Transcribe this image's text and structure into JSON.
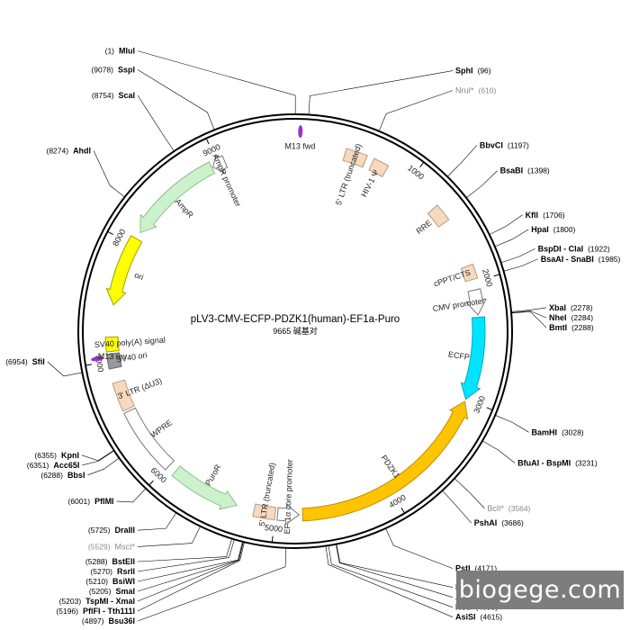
{
  "map": {
    "title": "pLV3-CMV-ECFP-PDZK1(human)-EF1a-Puro",
    "size_label": "9665 碱基对",
    "total_bp": 9665
  },
  "ticks": [
    {
      "bp": 1000,
      "label": "1000"
    },
    {
      "bp": 2000,
      "label": "2000"
    },
    {
      "bp": 3000,
      "label": "3000"
    },
    {
      "bp": 4000,
      "label": "4000"
    },
    {
      "bp": 5000,
      "label": "5000"
    },
    {
      "bp": 6000,
      "label": "6000"
    },
    {
      "bp": 7000,
      "label": "7000"
    },
    {
      "bp": 8000,
      "label": "8000"
    },
    {
      "bp": 9000,
      "label": "9000"
    }
  ],
  "features": [
    {
      "id": "ampr-promoter",
      "label": "AmpR promoter",
      "start": 8950,
      "end": 9060,
      "color": "#ffffff",
      "stroke": "#777777",
      "type": "arrow",
      "dir": -1
    },
    {
      "id": "ampr",
      "label": "AmpR",
      "start": 8120,
      "end": 8940,
      "color": "#ccf2cc",
      "stroke": "#8fbf8f",
      "type": "arrow",
      "dir": -1
    },
    {
      "id": "ori",
      "label": "ori",
      "start": 7470,
      "end": 8060,
      "color": "#ffff00",
      "stroke": "#a0a000",
      "type": "arrow",
      "dir": -1
    },
    {
      "id": "sv40-polya",
      "label": "SV40 poly(A) signal",
      "start": 7080,
      "end": 7200,
      "color": "#ffff00",
      "stroke": "#a0a000",
      "type": "box"
    },
    {
      "id": "sv40-ori",
      "label": "SV40 ori",
      "start": 6940,
      "end": 7060,
      "color": "#999999",
      "stroke": "#666666",
      "type": "box"
    },
    {
      "id": "3ltr",
      "label": "3' LTR (ΔU3)",
      "start": 6580,
      "end": 6820,
      "color": "#f7d9bf",
      "stroke": "#b89c80",
      "type": "box"
    },
    {
      "id": "wpre",
      "label": "WPRE",
      "start": 5990,
      "end": 6560,
      "color": "#ffffff",
      "stroke": "#777777",
      "type": "box"
    },
    {
      "id": "puror",
      "label": "PuroR",
      "start": 5330,
      "end": 5920,
      "color": "#ccf2cc",
      "stroke": "#8fbf8f",
      "type": "arrow",
      "dir": -1
    },
    {
      "id": "5ltr-b",
      "label": "5' LTR (truncated)",
      "start": 5000,
      "end": 5180,
      "color": "#f7d9bf",
      "stroke": "#b89c80",
      "type": "box"
    },
    {
      "id": "ef1a",
      "label": "EF-1α core promoter",
      "start": 4800,
      "end": 4980,
      "color": "#ffffff",
      "stroke": "#777777",
      "type": "arrow",
      "dir": -1
    },
    {
      "id": "pdzk1",
      "label": "PDZK1",
      "start": 3020,
      "end": 4770,
      "color": "#ffc400",
      "stroke": "#c08f00",
      "type": "arrow",
      "dir": -1
    },
    {
      "id": "ecfp",
      "label": "ECFP",
      "start": 2300,
      "end": 3000,
      "color": "#00e5ff",
      "stroke": "#00a7bd",
      "type": "arrow",
      "dir": 1
    },
    {
      "id": "cmv-promoter",
      "label": "CMV promoter",
      "start": 2070,
      "end": 2280,
      "color": "#ffffff",
      "stroke": "#777777",
      "type": "arrow",
      "dir": 1
    },
    {
      "id": "cppt",
      "label": "cPPT/CTS",
      "start": 1860,
      "end": 1980,
      "color": "#f7d9bf",
      "stroke": "#b89c80",
      "type": "box"
    },
    {
      "id": "rre",
      "label": "RRE",
      "start": 1300,
      "end": 1450,
      "color": "#f7d9bf",
      "stroke": "#b89c80",
      "type": "box"
    },
    {
      "id": "hiv-psi",
      "label": "HIV-1 Ψ",
      "start": 660,
      "end": 790,
      "color": "#f7d9bf",
      "stroke": "#b89c80",
      "type": "box"
    },
    {
      "id": "5ltr-a",
      "label": "5' LTR (truncated)",
      "start": 420,
      "end": 600,
      "color": "#f7d9bf",
      "stroke": "#b89c80",
      "type": "box"
    }
  ],
  "primers": [
    {
      "id": "m13fwd",
      "label": "M13 fwd",
      "bp": 40,
      "color": "#9933cc"
    },
    {
      "id": "m13rev",
      "label": "M13 rev",
      "bp": 7035,
      "color": "#9933cc"
    }
  ],
  "sites": [
    {
      "name": "MluI",
      "pos": "(1)",
      "bp": 1,
      "side": "left"
    },
    {
      "name": "SphI",
      "pos": "(96)",
      "bp": 96,
      "side": "right"
    },
    {
      "name": "NruI*",
      "pos": "(610)",
      "bp": 610,
      "side": "right",
      "grey": true
    },
    {
      "name": "BbvCI",
      "pos": "(1197)",
      "bp": 1197,
      "side": "right"
    },
    {
      "name": "BsaBI",
      "pos": "(1398)",
      "bp": 1398,
      "side": "right"
    },
    {
      "name": "KflI",
      "pos": "(1706)",
      "bp": 1706,
      "side": "right"
    },
    {
      "name": "HpaI",
      "pos": "(1800)",
      "bp": 1800,
      "side": "right"
    },
    {
      "name": "BspDI - ClaI",
      "pos": "(1922)",
      "bp": 1922,
      "side": "right"
    },
    {
      "name": "BsaAI - SnaBI",
      "pos": "(1985)",
      "bp": 1985,
      "side": "right"
    },
    {
      "name": "XbaI",
      "pos": "(2278)",
      "bp": 2278,
      "side": "right"
    },
    {
      "name": "NheI",
      "pos": "(2284)",
      "bp": 2284,
      "side": "right"
    },
    {
      "name": "BmtI",
      "pos": "(2288)",
      "bp": 2288,
      "side": "right"
    },
    {
      "name": "BamHI",
      "pos": "(3028)",
      "bp": 3028,
      "side": "right"
    },
    {
      "name": "BfuAI - BspMI",
      "pos": "(3231)",
      "bp": 3231,
      "side": "right"
    },
    {
      "name": "BclI*",
      "pos": "(3564)",
      "bp": 3564,
      "side": "right",
      "grey": true
    },
    {
      "name": "PshAI",
      "pos": "(3686)",
      "bp": 3686,
      "side": "right"
    },
    {
      "name": "PstI",
      "pos": "(4171)",
      "bp": 4171,
      "side": "right"
    },
    {
      "name": "PspOMI",
      "pos": "(4538)",
      "bp": 4538,
      "side": "right"
    },
    {
      "name": "ApaI",
      "pos": "(4542)",
      "bp": 4542,
      "side": "right"
    },
    {
      "name": "NotI",
      "pos": "(4595)",
      "bp": 4595,
      "side": "right"
    },
    {
      "name": "AsiSI",
      "pos": "(4615)",
      "bp": 4615,
      "side": "right"
    },
    {
      "name": "Bsu36I",
      "pos": "(4897)",
      "bp": 4897,
      "side": "left"
    },
    {
      "name": "PflFI - Tth111I",
      "pos": "(5196)",
      "bp": 5196,
      "side": "left"
    },
    {
      "name": "TspMI - XmaI",
      "pos": "(5203)",
      "bp": 5203,
      "side": "left"
    },
    {
      "name": "SmaI",
      "pos": "(5205)",
      "bp": 5205,
      "side": "left"
    },
    {
      "name": "BsiWI",
      "pos": "(5210)",
      "bp": 5210,
      "side": "left"
    },
    {
      "name": "RsrII",
      "pos": "(5270)",
      "bp": 5270,
      "side": "left"
    },
    {
      "name": "BstEII",
      "pos": "(5288)",
      "bp": 5288,
      "side": "left"
    },
    {
      "name": "MscI*",
      "pos": "(5529)",
      "bp": 5529,
      "side": "left",
      "grey": true
    },
    {
      "name": "DraIII",
      "pos": "(5725)",
      "bp": 5725,
      "side": "left"
    },
    {
      "name": "PflMI",
      "pos": "(6001)",
      "bp": 6001,
      "side": "left"
    },
    {
      "name": "BbsI",
      "pos": "(6288)",
      "bp": 6288,
      "side": "left"
    },
    {
      "name": "Acc65I",
      "pos": "(6351)",
      "bp": 6351,
      "side": "left"
    },
    {
      "name": "KpnI",
      "pos": "(6355)",
      "bp": 6355,
      "side": "left"
    },
    {
      "name": "SfiI",
      "pos": "(6954)",
      "bp": 6954,
      "side": "left"
    },
    {
      "name": "AhdI",
      "pos": "(8274)",
      "bp": 8274,
      "side": "left"
    },
    {
      "name": "ScaI",
      "pos": "(8754)",
      "bp": 8754,
      "side": "left"
    },
    {
      "name": "SspI",
      "pos": "(9078)",
      "bp": 9078,
      "side": "left"
    }
  ],
  "watermark": "biogege.com"
}
